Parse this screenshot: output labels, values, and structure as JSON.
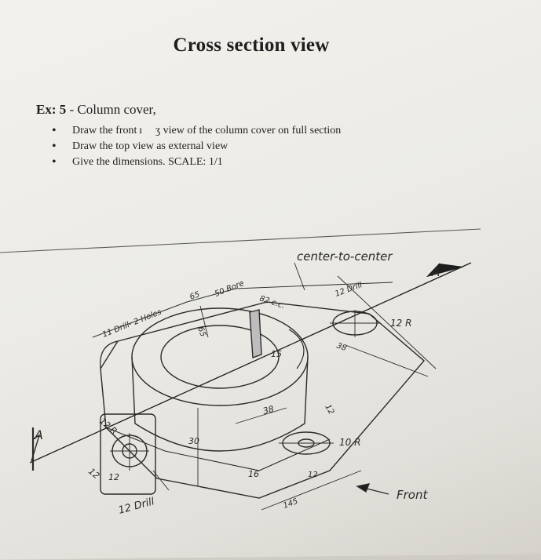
{
  "title": "Cross section view",
  "exercise": {
    "number": "Ex: 5",
    "dash": "-",
    "name": "Column cover,"
  },
  "instructions": [
    "Draw the front ı  ʒ view of the column cover on full section",
    "Draw the top view as external view",
    "Give the dimensions.  SCALE: 1/1"
  ],
  "annotations": {
    "center_to_center": "center-to-center",
    "arrow_a_top": "A",
    "arrow_a_left": "A",
    "drill_holes": "11 Drill- 2 Holes",
    "d65_top": "65",
    "d65_slant": "65",
    "bore": "50 Bore",
    "d82": "82 c.c.",
    "drill12_top": "12 Drill",
    "r12_right": "12 R",
    "d38_right": "38",
    "d15": "15",
    "d38_center": "38",
    "d12_slant": "12",
    "d30": "30",
    "r10": "10 R",
    "r12_left": "12 R",
    "d12_left": "12",
    "d12_left2": "12",
    "d16": "16",
    "d12_bottom": "12",
    "d145": "145",
    "drill12_bottom": "12 Drill",
    "front": "Front"
  }
}
